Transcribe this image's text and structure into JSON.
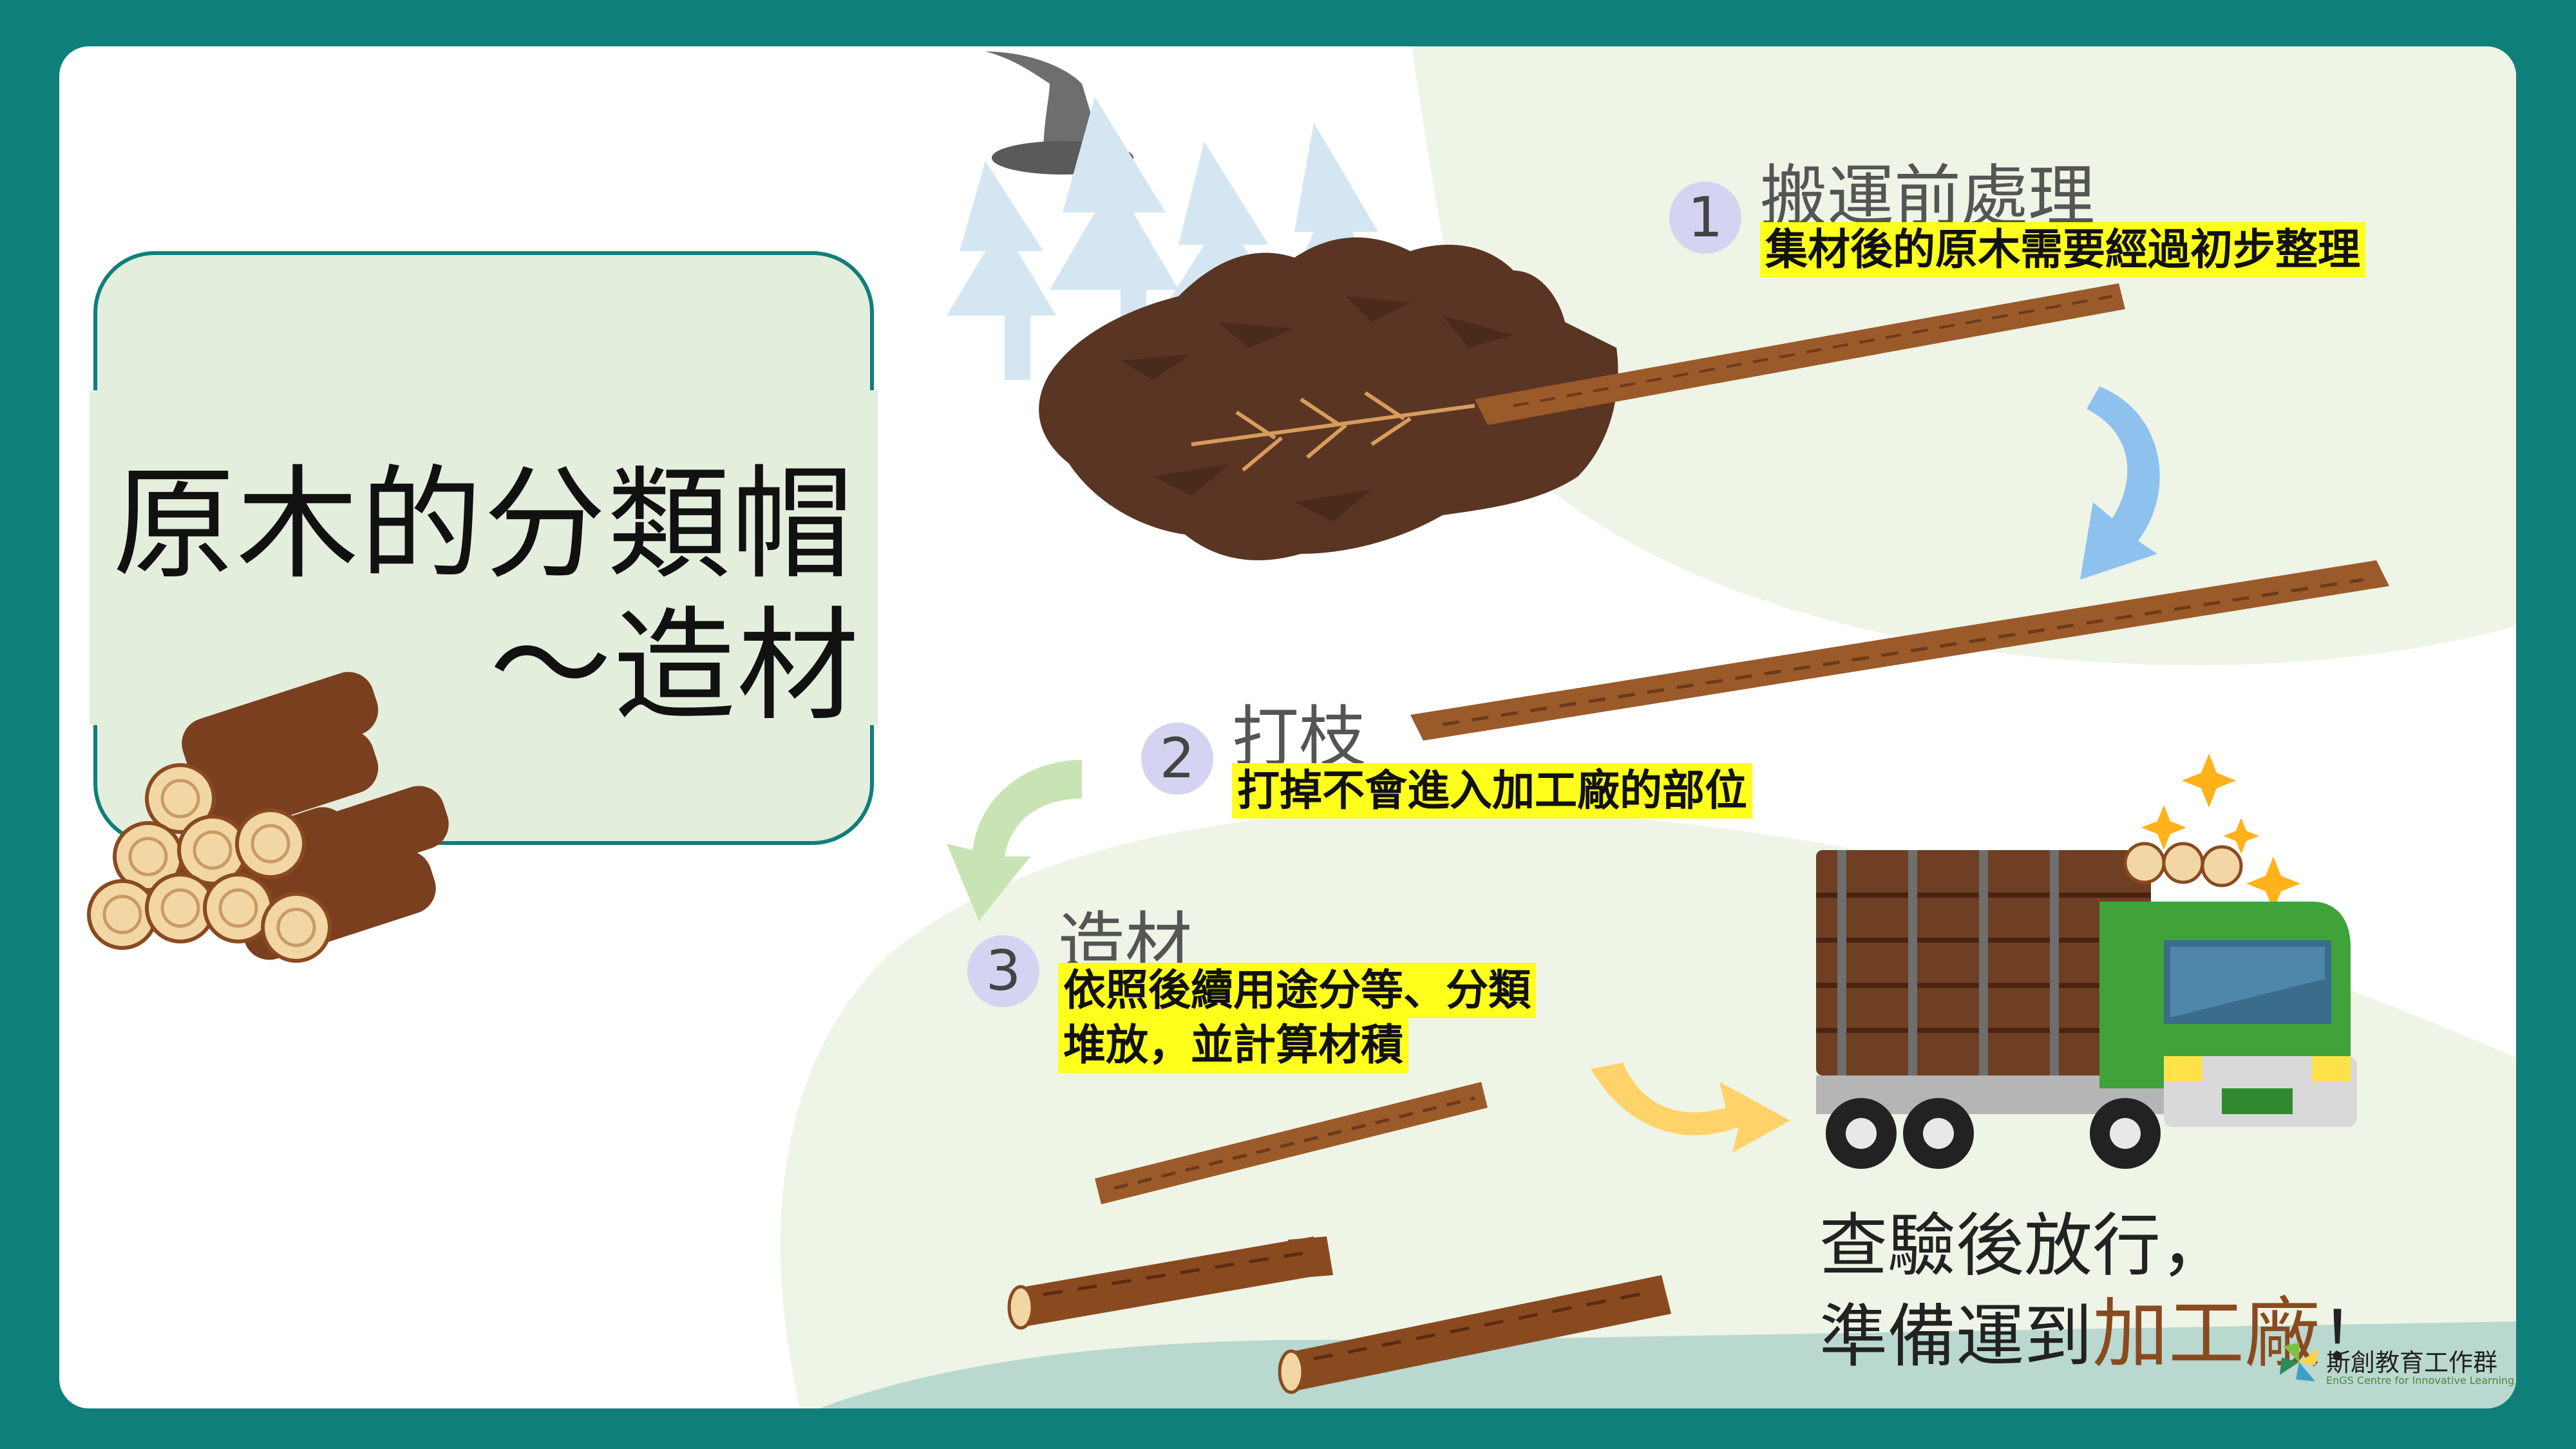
{
  "title": {
    "line1": "原木的分類帽",
    "line2": "～造材"
  },
  "steps": [
    {
      "num": "1",
      "title": "搬運前處理",
      "desc": "集材後的原木需要經過初步整理"
    },
    {
      "num": "2",
      "title": "打枝",
      "desc": "打掉不會進入加工廠的部位"
    },
    {
      "num": "3",
      "title": "造材",
      "desc_line1": "依照後續用途分等、分類",
      "desc_line2": "堆放，並計算材積"
    }
  ],
  "final": {
    "line1": "查驗後放行，",
    "line2_pre": "準備運到",
    "line2_accent": "加工廠",
    "line2_post": "！"
  },
  "logo": {
    "name": "斯創教育工作群",
    "sub": "EnGS Centre for Innovative Learning"
  },
  "colors": {
    "frame": "#0f7f7a",
    "highlight": "#ffff1c",
    "panel": "#e4eedd",
    "accent": "#8a4a1f"
  }
}
